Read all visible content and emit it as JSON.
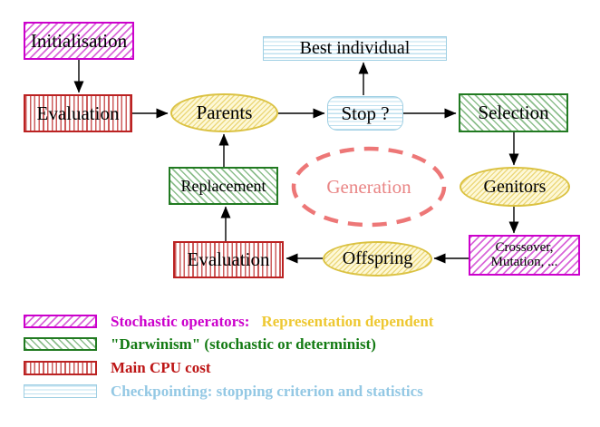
{
  "diagram": {
    "nodes": {
      "initialisation": "Initialisation",
      "evaluation_top": "Evaluation",
      "parents": "Parents",
      "best_individual": "Best individual",
      "stop": "Stop ?",
      "selection": "Selection",
      "replacement": "Replacement",
      "generation": "Generation",
      "genitors": "Genitors",
      "offspring": "Offspring",
      "evaluation_bottom": "Evaluation",
      "crossover_line1": "Crossover,",
      "crossover_line2": "Mutation, ..."
    },
    "colors": {
      "stochastic_magenta": "#cc00cc",
      "darwinism_green": "#217a21",
      "cpu_red": "#bb2222",
      "checkpoint_cyan": "#9fcfe3",
      "operator_yellow": "#dbc242",
      "generation_salmon": "#ed7777",
      "arrow_black": "#000000"
    }
  },
  "legend": {
    "items": [
      {
        "swatch": "stochastic-operators-pattern",
        "text": "Stochastic operators:",
        "text2": "Representation dependent"
      },
      {
        "swatch": "darwinism-pattern",
        "text": "\"Darwinism\" (stochastic or determinist)"
      },
      {
        "swatch": "main-cpu-cost-pattern",
        "text": "Main CPU cost"
      },
      {
        "swatch": "checkpointing-pattern",
        "text": "Checkpointing: stopping criterion and statistics"
      }
    ]
  }
}
